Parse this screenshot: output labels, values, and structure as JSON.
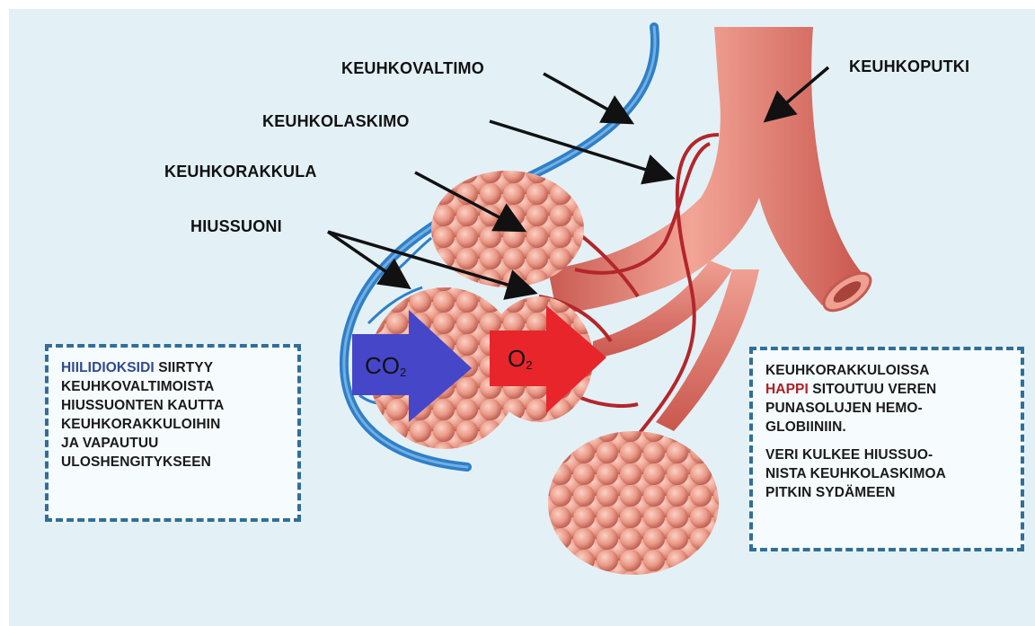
{
  "labels": {
    "keuhkovaltimo": "KEUHKOVALTIMO",
    "keuhkolaskimo": "KEUHKOLASKIMO",
    "keuhkorakkula": "KEUHKORAKKULA",
    "hiussuoni": "HIUSSUONI",
    "keuhkoputki": "KEUHKOPUTKI"
  },
  "gases": {
    "co2_main": "CO",
    "co2_sub": "2",
    "o2_main": "O",
    "o2_sub": "2"
  },
  "left_box": {
    "highlight": "HIILIDIOKSIDI",
    "rest_line1": " SIIRTYY",
    "lines": [
      "KEUHKOVALTIMOISTA",
      "HIUSSUONTEN KAUTTA",
      "KEUHKORAKKULOIHIN",
      "JA VAPAUTUU",
      "ULOSHENGITYKSEEN"
    ]
  },
  "right_box": {
    "line1": "KEUHKORAKKULOISSA",
    "highlight": "HAPPI",
    "rest_line2": " SITOUTUU VEREN",
    "line3": "PUNASOLUJEN HEMO-",
    "line4": "GLOBIINIIN.",
    "para2": [
      "VERI KULKEE HIUSSUO-",
      "NISTA KEUHKOLASKIMOA",
      "PITKIN SYDÄMEEN"
    ]
  },
  "colors": {
    "background": "#e3f1f6",
    "artery_blue": "#2f7fc8",
    "bronchus": "#e07f72",
    "alveoli": "#e9998a",
    "vein_red": "#b3262b",
    "co2_arrow": "#4646c9",
    "o2_arrow": "#e8252b",
    "box_border": "#2f6f99"
  }
}
